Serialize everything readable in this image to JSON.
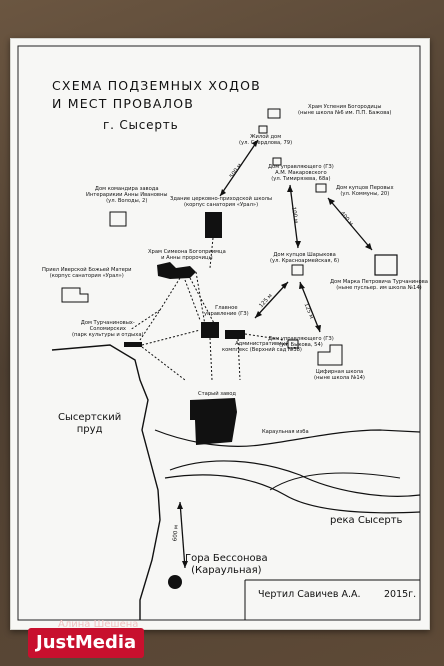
{
  "title_line1": "СХЕМА ПОДЗЕМНЫХ ХОДОВ",
  "title_line2": "И МЕСТ ПРОВАЛОВ",
  "city": "г. Сысерть",
  "labels": {
    "church_uspenie": "Храм Успения Богородицы",
    "church_uspenie_sub": "(ныне школа №6 им. П.П. Бажова)",
    "house_living": "Жилой дом",
    "house_living_sub": "(ул. Свердлова, 79)",
    "house_director": "Дом командира завода",
    "house_director_sub1": "Интерарикии Анны Ивановны",
    "house_director_sub2": "(ул. Володы, 2)",
    "school_building": "Здание церковно-приходской школы",
    "school_building_sub": "(корпус санатория «Урал»)",
    "manager_house": "Дом управляющего (ГЗ)",
    "manager_house_sub1": "А.М. Макаровского",
    "manager_house_sub2": "(ул. Тимирязева, 68а)",
    "perov_house": "Дом купцов Перовых",
    "perov_house_sub": "(ул. Коммуны, 20)",
    "church_simeon": "Храм Симеона Богоприимца",
    "church_simeon_sub": "и Анны пророчицы",
    "sharkov_house": "Дом купцов Шарыкова",
    "sharkov_house_sub": "(ул. Красноармейская, 6)",
    "iver_church": "Приел Иверской Божьей Матери",
    "iver_church_sub": "(корпус санатория «Урал»)",
    "turchaninov_house": "Дом Марка Петровича Турчанинова",
    "turchaninov_house_sub": "(ныне пусльер. им школа №14)",
    "turch_solomirsky": "Дом Турчаниновых-",
    "turch_solomirsky_sub1": "Соломирских",
    "turch_solomirsky_sub2": "(парк культуры и отдыха)",
    "main_office": "Главное",
    "main_office_sub": "управление (ГЗ)",
    "admin_complex": "Административный",
    "admin_complex_sub": "комплекс (Верхний сад №38)",
    "manager_house2": "Дом управляющего (ГЗ)",
    "manager_house2_sub": "(ул. Быкова, 54)",
    "digital_school": "Цифирная школа",
    "digital_school_sub": "(ныне школа №14)",
    "old_factory": "Старый завод",
    "guard_tower": "Караульная изба",
    "pond_line1": "Сысертский",
    "pond_line2": "пруд",
    "river": "река Сысерть",
    "mountain_line1": "Гора Бессонова",
    "mountain_line2": "(Караульная)"
  },
  "distances": {
    "d1": "500 м",
    "d2": "100 м",
    "d3": "400 м",
    "d4": "125 м",
    "d5": "125 м",
    "d6": "600 м"
  },
  "signature": "Чертил Савичев А.А.",
  "year": "2015г.",
  "photo_credit": "Алина Шешена",
  "logo": "JustMedia"
}
